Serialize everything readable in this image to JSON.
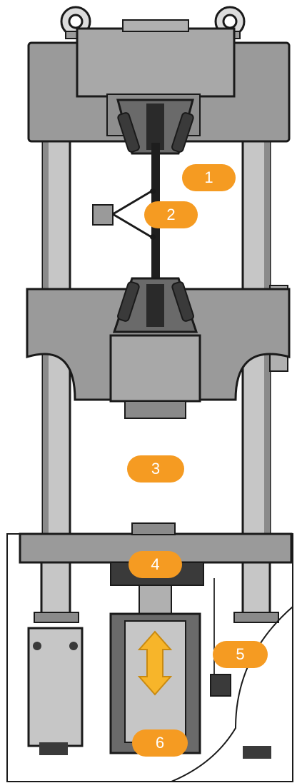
{
  "colors": {
    "frame_fill": "#9a9a9a",
    "frame_dark": "#4a4a4a",
    "outline": "#1a1a1a",
    "column_fill": "#c6c6c6",
    "badge_orange": "#f59b22",
    "arrow_yellow": "#f7b52a",
    "background": "#ffffff"
  },
  "callouts": [
    {
      "id": "1",
      "label": "1"
    },
    {
      "id": "2",
      "label": "2"
    },
    {
      "id": "3",
      "label": "3"
    },
    {
      "id": "4",
      "label": "4"
    },
    {
      "id": "5",
      "label": "5"
    },
    {
      "id": "6",
      "label": "6"
    }
  ],
  "icons": {
    "movement": "double-arrow-vertical",
    "lifting_eyes": "lifting-eye"
  }
}
